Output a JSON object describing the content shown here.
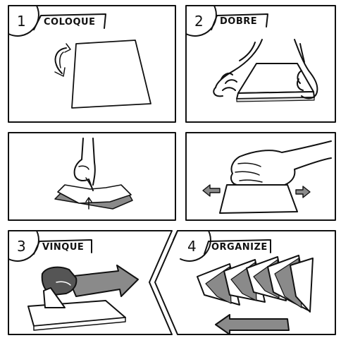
{
  "steps": [
    {
      "number": "1",
      "label": "COLOQUE"
    },
    {
      "number": "2",
      "label": "DOBRE"
    },
    {
      "number": "3",
      "label": "VINQUE"
    },
    {
      "number": "4",
      "label": "ORGANIZE"
    }
  ],
  "colors": {
    "ink": "#111111",
    "gray": "#8a8a8a",
    "paper": "#ffffff"
  }
}
